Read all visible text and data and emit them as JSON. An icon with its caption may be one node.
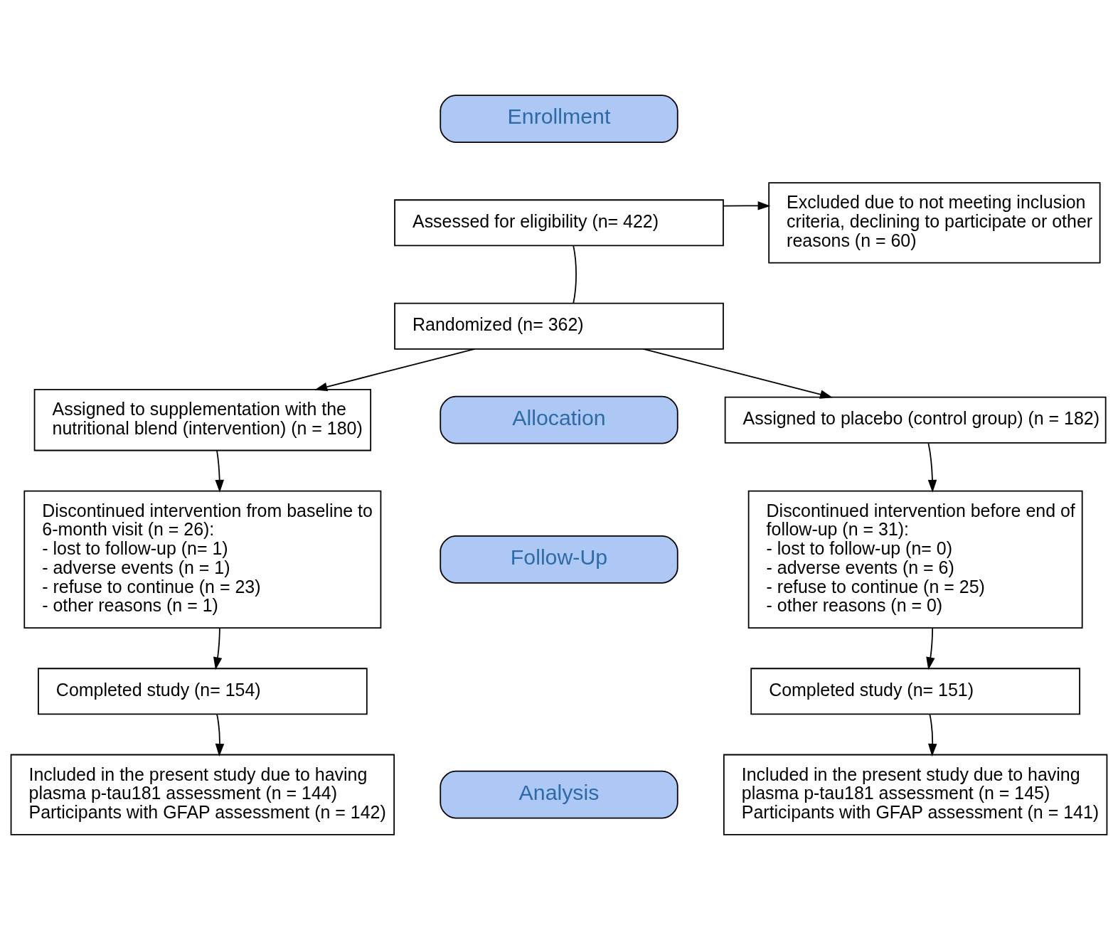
{
  "diagram": {
    "nodes": [
      {
        "text": [
          "Enrollment"
        ]
      },
      {
        "text": [
          "Assessed for eligibility (n= 422)"
        ]
      },
      {
        "text": [
          "Excluded due to not meeting inclusion criteria, declining to participate or other reasons (n = 60)"
        ]
      },
      {
        "text": [
          "Randomized (n= 362)"
        ]
      },
      {
        "text": [
          "Assigned to supplementation with the nutritional blend (intervention) (n = 180)"
        ]
      },
      {
        "text": [
          "Allocation"
        ]
      },
      {
        "text": [
          "Assigned to placebo (control group) (n = 182)"
        ]
      },
      {
        "text": [
          "Discontinued intervention from baseline to 6-month visit (n = 26):",
          "- lost to follow-up (n= 1)",
          "- adverse events (n = 1)",
          "- refuse to continue (n = 23)",
          "- other reasons (n = 1)"
        ]
      },
      {
        "text": [
          "Follow-Up"
        ]
      },
      {
        "text": [
          "Discontinued intervention before end of follow-up (n = 31):",
          "- lost to follow-up (n= 0)",
          "- adverse events (n = 6)",
          "- refuse to continue (n = 25)",
          "- other reasons (n = 0)"
        ]
      },
      {
        "text": [
          "Completed study (n= 154)"
        ]
      },
      {
        "text": [
          "Completed study (n= 151)"
        ]
      },
      {
        "text": [
          "Included in the present study due to having plasma p-tau181 assessment (n = 144)",
          "Participants with GFAP assessment (n = 142)"
        ]
      },
      {
        "text": [
          "Analysis"
        ]
      },
      {
        "text": [
          "Included in the present study due to having plasma p-tau181 assessment (n = 145)",
          "Participants with GFAP assessment (n = 141)"
        ]
      }
    ],
    "edges": [
      {
        "from": 1,
        "to": 3,
        "arrow": "none"
      },
      {
        "from": 1,
        "to": 2,
        "arrow": "to"
      },
      {
        "from": 3,
        "to": 4,
        "arrow": "to"
      },
      {
        "from": 3,
        "to": 6,
        "arrow": "to"
      },
      {
        "from": 4,
        "to": 7,
        "arrow": "to"
      },
      {
        "from": 6,
        "to": 9,
        "arrow": "to"
      },
      {
        "from": 7,
        "to": 10,
        "arrow": "to"
      },
      {
        "from": 9,
        "to": 11,
        "arrow": "to"
      },
      {
        "from": 10,
        "to": 12,
        "arrow": "to"
      },
      {
        "from": 11,
        "to": 14,
        "arrow": "to"
      }
    ]
  }
}
